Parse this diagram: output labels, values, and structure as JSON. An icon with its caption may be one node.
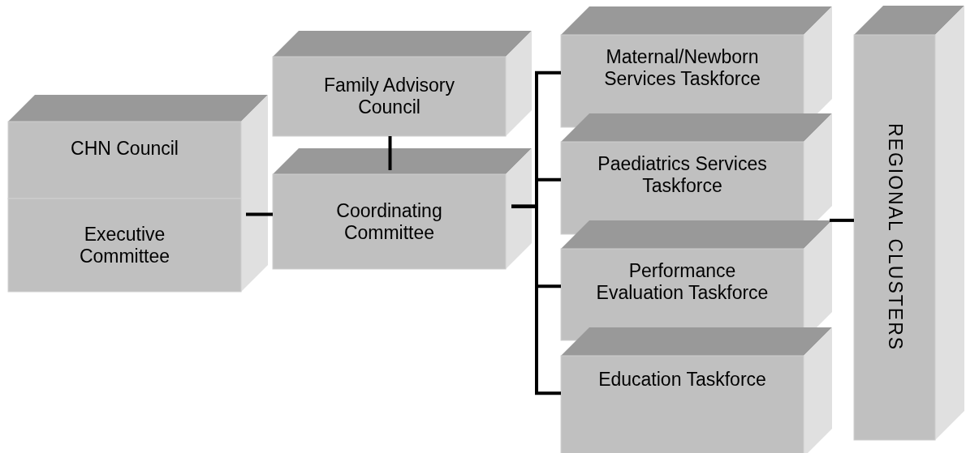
{
  "diagram": {
    "nodes": [
      {
        "text": [
          "CHN Council"
        ]
      },
      {
        "text": [
          "Executive Committee"
        ]
      },
      {
        "text": [
          "Family Advisory Council"
        ]
      },
      {
        "text": [
          "Coordinating Committee"
        ]
      },
      {
        "text": [
          "Maternal/Newborn Services Taskforce"
        ]
      },
      {
        "text": [
          "Paediatrics Services Taskforce"
        ]
      },
      {
        "text": [
          "Performance Evaluation Taskforce"
        ]
      },
      {
        "text": [
          "Education Taskforce"
        ]
      },
      {
        "text": [
          "REGIONAL CLUSTERS"
        ]
      }
    ],
    "edges": [
      {
        "from": 1,
        "to": 3,
        "arrow": "none"
      },
      {
        "from": 2,
        "to": 3,
        "arrow": "none"
      },
      {
        "from": 3,
        "to": 4,
        "arrow": "none"
      },
      {
        "from": 3,
        "to": 5,
        "arrow": "none"
      },
      {
        "from": 3,
        "to": 6,
        "arrow": "none"
      },
      {
        "from": 3,
        "to": 7,
        "arrow": "none"
      },
      {
        "from": 5,
        "to": 8,
        "arrow": "none"
      }
    ]
  }
}
